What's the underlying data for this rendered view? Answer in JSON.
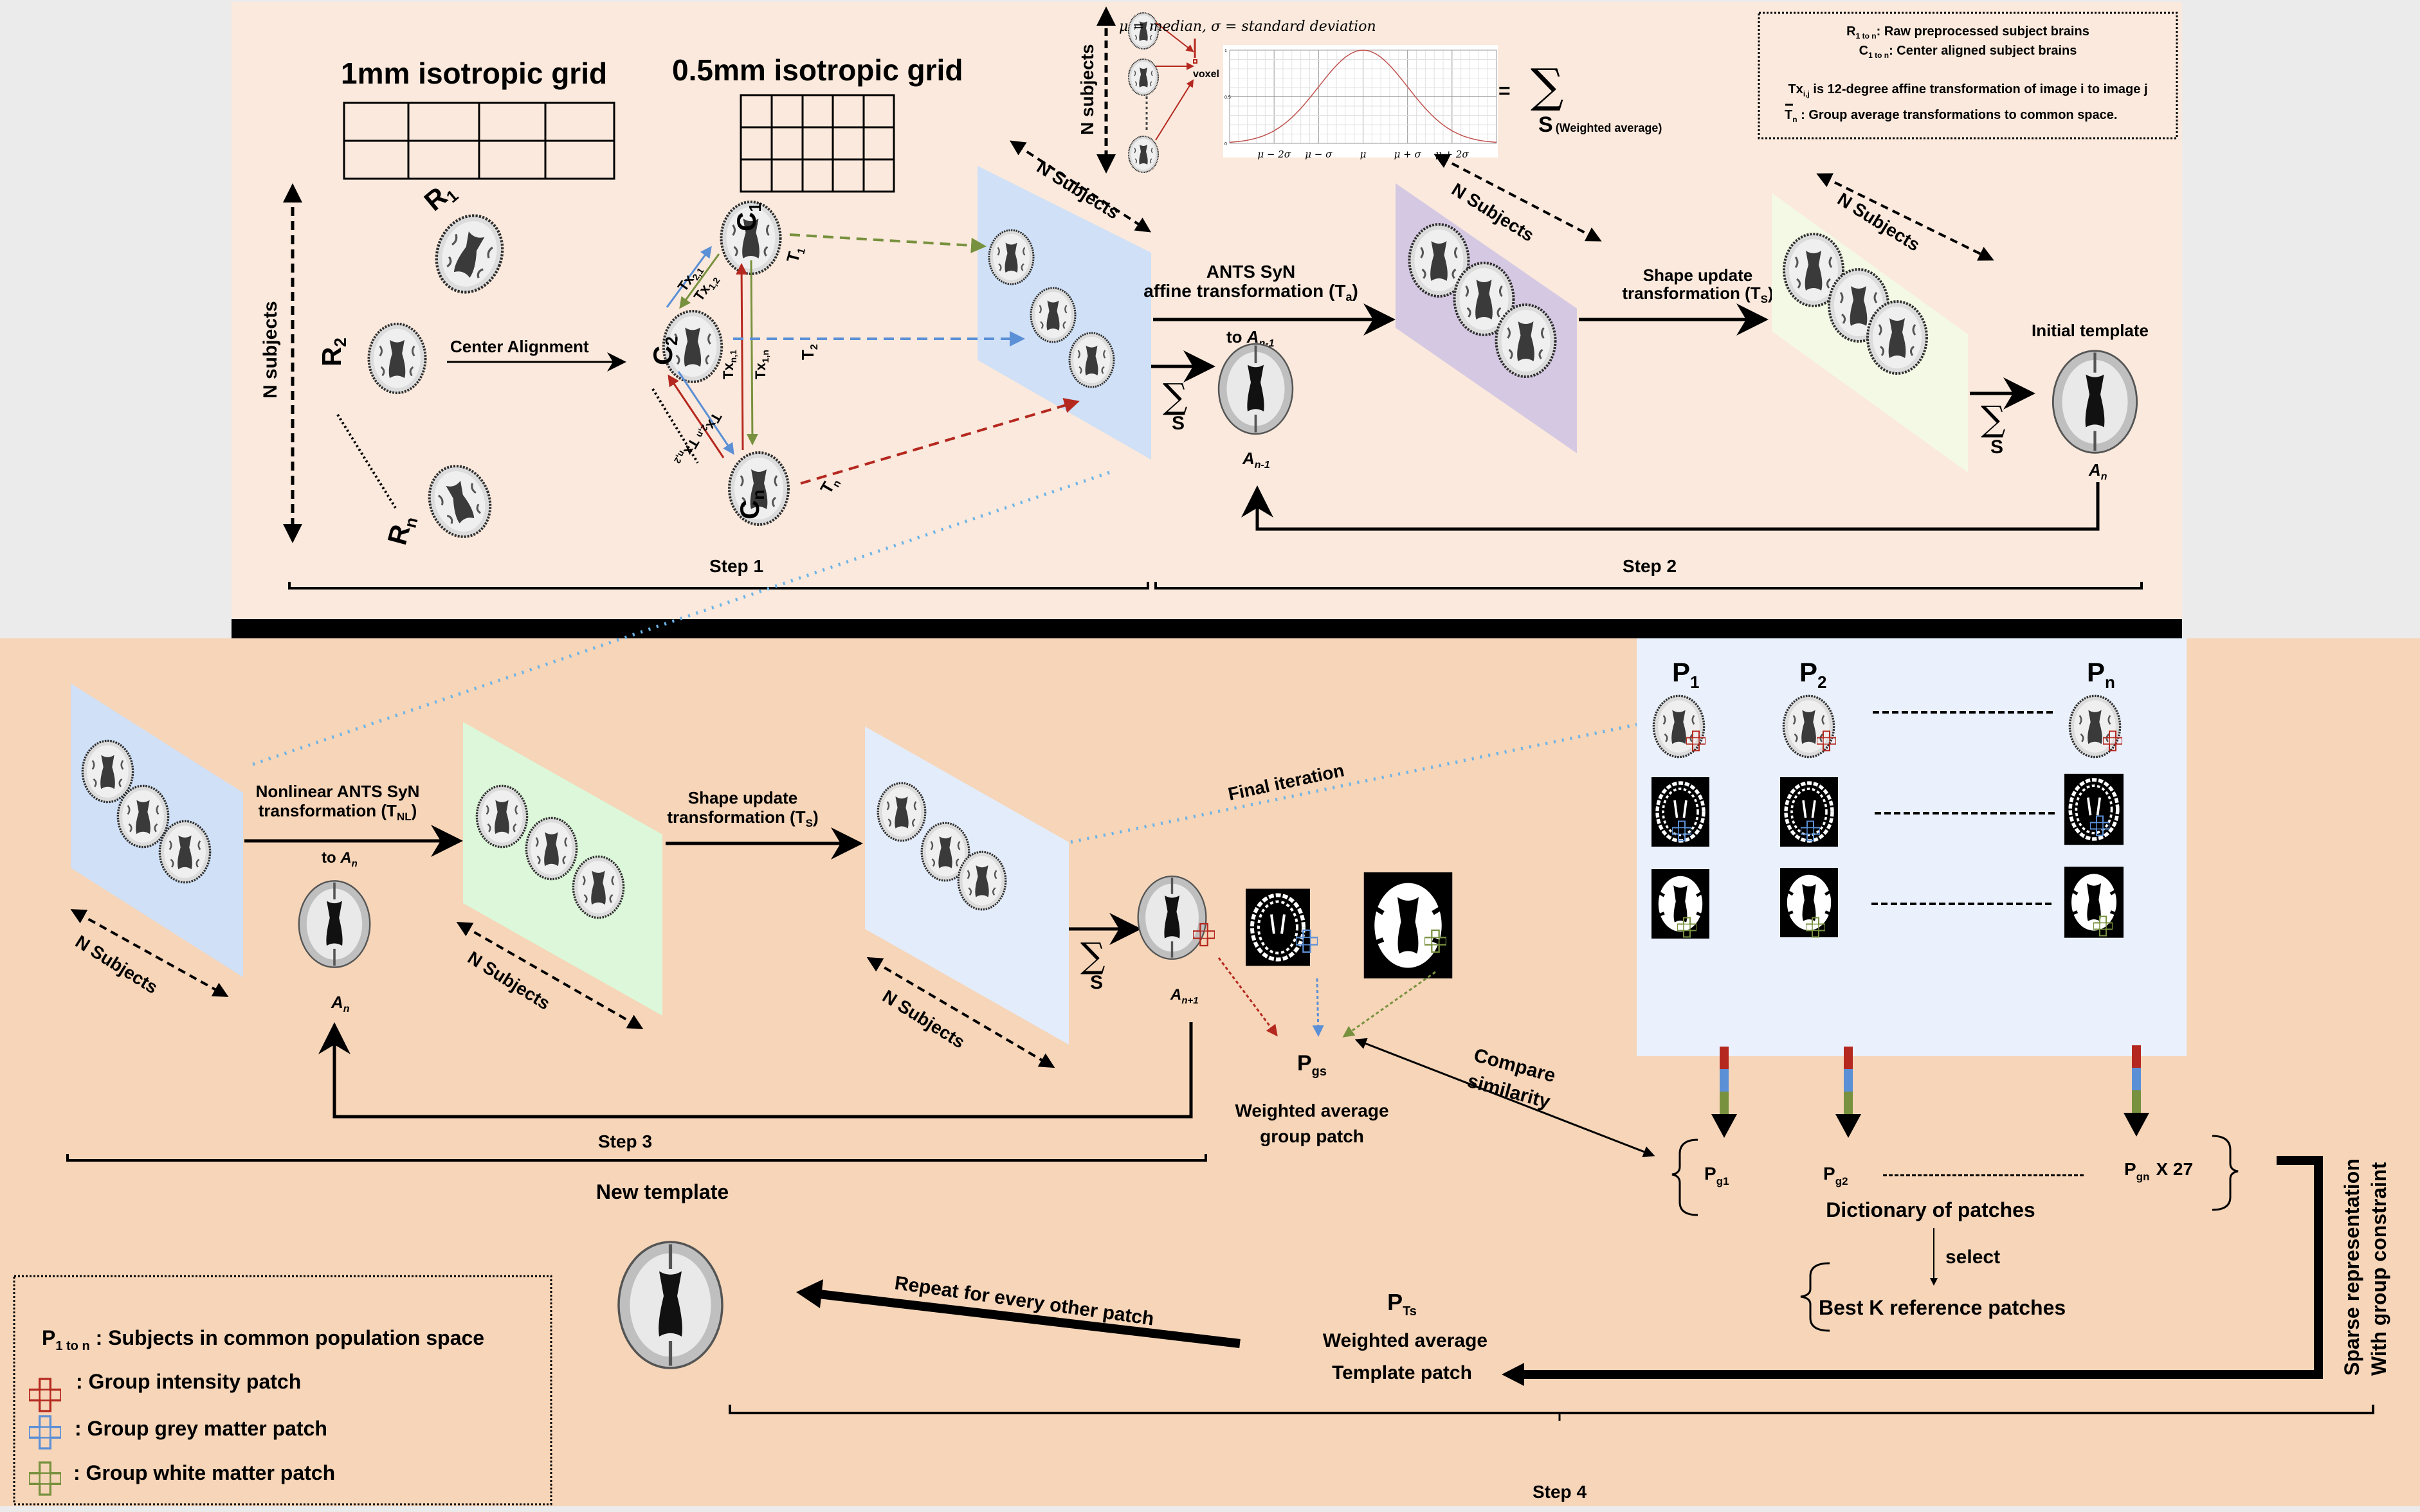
{
  "colors": {
    "top_panel_bg": "#fae9dc",
    "bottom_panel_bg": "#f6d5b8",
    "outer_bg": "#ebebeb",
    "divider_bar": "#000000",
    "plane_blue": "#cfe0f7",
    "plane_purple": "#d5c8e2",
    "plane_yellowgreen": "#f4f9e6",
    "plane_green": "#dcf7d9",
    "plane_lightblue": "#e3ecfa",
    "patch_panel_bg": "#eaf1fc",
    "intensity_red": "#b5281f",
    "grey_matter_blue": "#5b8fd6",
    "white_matter_green": "#78913e",
    "dotted_link_blue": "#6cb4e8"
  },
  "legend_top": {
    "line1_main": "R",
    "line1_sub": "1 to n",
    "line1_text": ": Raw preprocessed subject brains",
    "line2_main": "C",
    "line2_sub": "1 to n",
    "line2_text": ": Center aligned subject brains",
    "line3_main": "Tx",
    "line3_sub": "i,j",
    "line3_text": " is 12-degree affine transformation of image i to image j",
    "line4_main": "T",
    "line4_sub": "n",
    "line4_text": " : Group average transformations to common space."
  },
  "step1": {
    "grid1_title": "1mm isotropic grid",
    "grid2_title": "0.5mm isotropic grid",
    "n_subjects": "N subjects",
    "r1": "R",
    "r1_sub": "1",
    "r2": "R",
    "r2_sub": "2",
    "rn": "R",
    "rn_sub": "n",
    "center_alignment": "Center Alignment",
    "c1": "C",
    "c1_sub": "1",
    "c2": "C",
    "c2_sub": "2",
    "cn": "C",
    "cn_sub": "n",
    "tx21": "Tx",
    "tx21_sub": "2,1",
    "tx12": "Tx",
    "tx12_sub": "1,2",
    "txn1": "Tx",
    "txn1_sub": "n,1",
    "tx1n": "Tx",
    "tx1n_sub": "1,n",
    "tx2n": "Tx",
    "tx2n_sub": "2,n",
    "txn2": "Tx",
    "txn2_sub": "n,2",
    "t1": "T",
    "t1_sub": "1",
    "t2": "T",
    "t2_sub": "2",
    "tn": "T",
    "tn_sub": "n",
    "n_subjects_plane": "N Subjects",
    "label": "Step 1"
  },
  "voxel_inset": {
    "n_subjects": "N subjects",
    "formula": "μ = median, σ = standard deviation",
    "voxel": "voxel",
    "equals": "=",
    "sigma": "∑",
    "s": "S",
    "weighted": "(Weighted average)"
  },
  "chart_data": {
    "type": "line",
    "title": "",
    "xlabel": "",
    "ylabel": "",
    "x_tick_labels": [
      "μ − 2σ",
      "μ − σ",
      "μ",
      "μ + σ",
      "μ + 2σ"
    ],
    "y_tick_labels": [
      "0",
      "0.5",
      "1"
    ],
    "ylim": [
      0,
      1
    ],
    "xlim_sigma": [
      -3,
      3
    ],
    "grid": true,
    "series": [
      {
        "name": "gaussian weight",
        "mean": 0,
        "sd": 1,
        "peak": 1
      }
    ]
  },
  "step2": {
    "ants_line1": "ANTS SyN",
    "ants_line2": "affine transformation (T",
    "ants_sub": "a",
    "ants_close": ")",
    "to_an1": "to ",
    "to_an1_var": "A",
    "to_an1_sub": "n-1",
    "an1": "A",
    "an1_sub": "n-1",
    "sigma": "∑",
    "s": "S",
    "shape_line1": "Shape update",
    "shape_line2": "transformation (T",
    "shape_sub": "S",
    "shape_close": ")",
    "n_subjects_1": "N Subjects",
    "n_subjects_2": "N Subjects",
    "initial_template": "Initial template",
    "an": "A",
    "an_sub": "n",
    "label": "Step 2"
  },
  "step3": {
    "nonlinear_line1": "Nonlinear ANTS SyN",
    "nonlinear_line2": "transformation (T",
    "nonlinear_sub": "NL",
    "nonlinear_close": ")",
    "to_an": "to ",
    "to_an_var": "A",
    "to_an_sub": "n",
    "an": "A",
    "an_sub": "n",
    "shape_line1": "Shape update",
    "shape_line2": "transformation (T",
    "shape_sub": "S",
    "shape_close": ")",
    "n_subjects_1": "N Subjects",
    "n_subjects_2": "N Subjects",
    "n_subjects_3": "N Subjects",
    "final_iteration": "Final iteration",
    "sigma": "∑",
    "s": "S",
    "an1": "A",
    "an1_sub": "n+1",
    "label": "Step 3"
  },
  "step4": {
    "p1": "P",
    "p1_sub": "1",
    "p2": "P",
    "p2_sub": "2",
    "pn": "P",
    "pn_sub": "n",
    "pgs": "P",
    "pgs_sub": "gs",
    "pgs_line1": "Weighted average",
    "pgs_line2": "group patch",
    "compare_line1": "Compare",
    "compare_line2": "similarity",
    "pg1": "P",
    "pg1_sub": "g1",
    "pg2": "P",
    "pg2_sub": "g2",
    "pgn": "P",
    "pgn_sub": "gn",
    "x27": "X 27",
    "dictionary": "Dictionary of patches",
    "select": "select",
    "best_k": "Best K reference patches",
    "sparse_line1": "Sparse representation",
    "sparse_line2": "With group constraint",
    "pts": "P",
    "pts_sub": "Ts",
    "pts_line1": "Weighted average",
    "pts_line2": "Template patch",
    "repeat": "Repeat for every other patch",
    "new_template": "New template",
    "label": "Step 4"
  },
  "legend_bottom": {
    "line1_main": "P",
    "line1_sub": "1 to n",
    "line1_text": " : Subjects in common population space",
    "intensity": ": Group intensity patch",
    "grey": ": Group grey matter patch",
    "white": ": Group white matter patch"
  }
}
